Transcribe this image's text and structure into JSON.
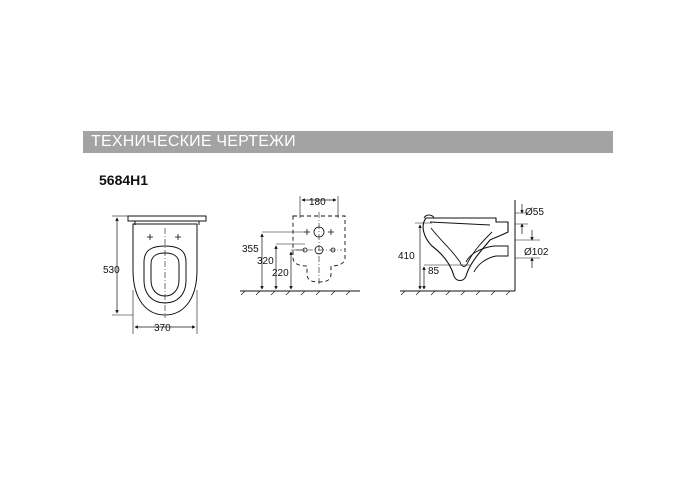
{
  "header": {
    "title": "ТЕХНИЧЕСКИЕ ЧЕРТЕЖИ"
  },
  "model": {
    "code": "5684H1"
  },
  "top_view": {
    "dim_depth": "530",
    "dim_width": "370"
  },
  "rear_view": {
    "dim_spacing": "180",
    "dim_355": "355",
    "dim_320": "320",
    "dim_220": "220"
  },
  "side_view": {
    "dim_410": "410",
    "dim_85": "85",
    "dim_d55": "Ø55",
    "dim_d102": "Ø102"
  }
}
